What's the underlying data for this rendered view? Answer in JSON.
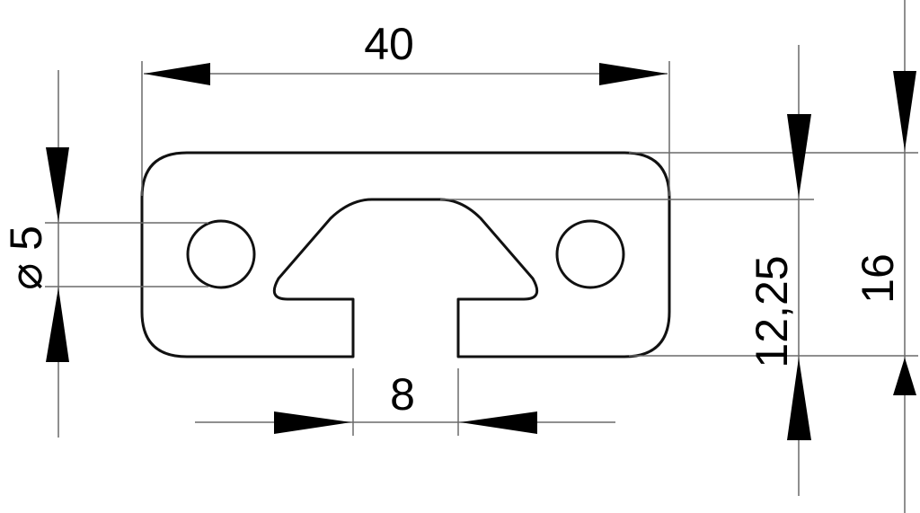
{
  "drawing": {
    "type": "aluminium profile cross-section",
    "dimensions": {
      "width": "40",
      "hole_diameter": "⌀ 5",
      "slot_width": "8",
      "slot_depth": "12,25",
      "height": "16"
    },
    "colors": {
      "outline": "#111111",
      "dimension_lines": "#6a6a6a",
      "arrows": "#000000",
      "background": "#ffffff"
    }
  }
}
